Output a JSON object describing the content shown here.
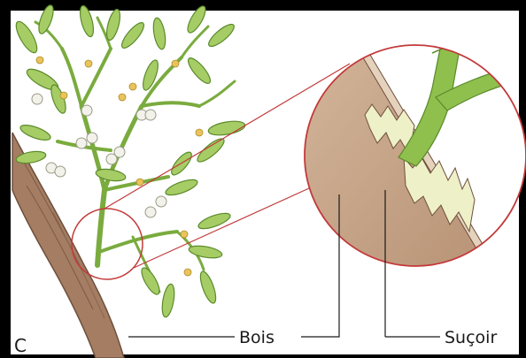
{
  "figure": {
    "corner_letter": "C",
    "labels": {
      "wood": "Bois",
      "haustorium": "Suçoir"
    }
  },
  "colors": {
    "stem": "#8fbf4d",
    "stem_dark": "#5a8a2a",
    "leaf": "#a6cc66",
    "bark": "#a9826a",
    "wood": "#c9aa8f",
    "circle": "#c23a3a",
    "berry": "#f2f2ea",
    "flower": "#e8c45a"
  }
}
